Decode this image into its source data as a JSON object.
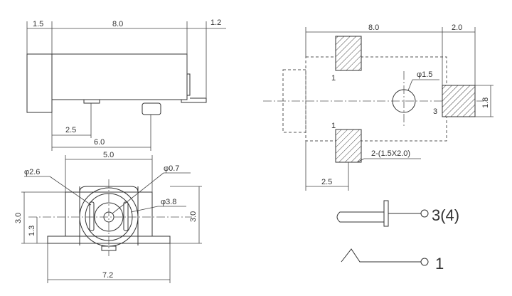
{
  "side_view": {
    "dims": {
      "left": "1.5",
      "length": "8.0",
      "right": "1.2",
      "offset": "2.5",
      "total": "6.0"
    }
  },
  "front_view": {
    "dims": {
      "width": "5.0",
      "bottom_width": "7.2",
      "height_left": "3.0",
      "height_right": "3.0",
      "center_height": "1.3"
    },
    "callouts": {
      "outer_dia": "φ2.6",
      "pin_dia": "φ0.7",
      "body_dia": "φ3.8"
    }
  },
  "footprint": {
    "dims": {
      "span": "8.0",
      "extra": "2.0",
      "pad_height": "1.8",
      "bottom": "2.5"
    },
    "hole_dia": "φ1.5",
    "pad_size_note": "2-(1.5X2.0)",
    "pad_labels": {
      "top": "1",
      "bottom": "1",
      "right": "3"
    }
  },
  "schematic": {
    "pin_center": "3(4)",
    "pin_switch": "1"
  }
}
